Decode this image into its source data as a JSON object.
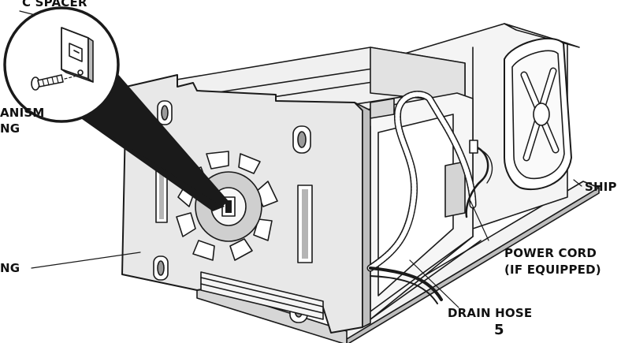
{
  "labels": {
    "spacer_top": "C SPACER",
    "mechanism_line1": "ANISM",
    "mechanism_line2": "NG",
    "housing": "NG",
    "shipping": "SHIP",
    "power_cord_line1": "POWER CORD",
    "power_cord_line2": "(IF EQUIPPED)",
    "drain_hose": "DRAIN HOSE",
    "page_number": "5"
  },
  "colors": {
    "stroke": "#1a1a1a",
    "panel_fill": "#e8e8e8",
    "light_fill": "#ffffff",
    "shade_fill": "#cfcfcf",
    "dark_fill": "#9a9a9a"
  }
}
